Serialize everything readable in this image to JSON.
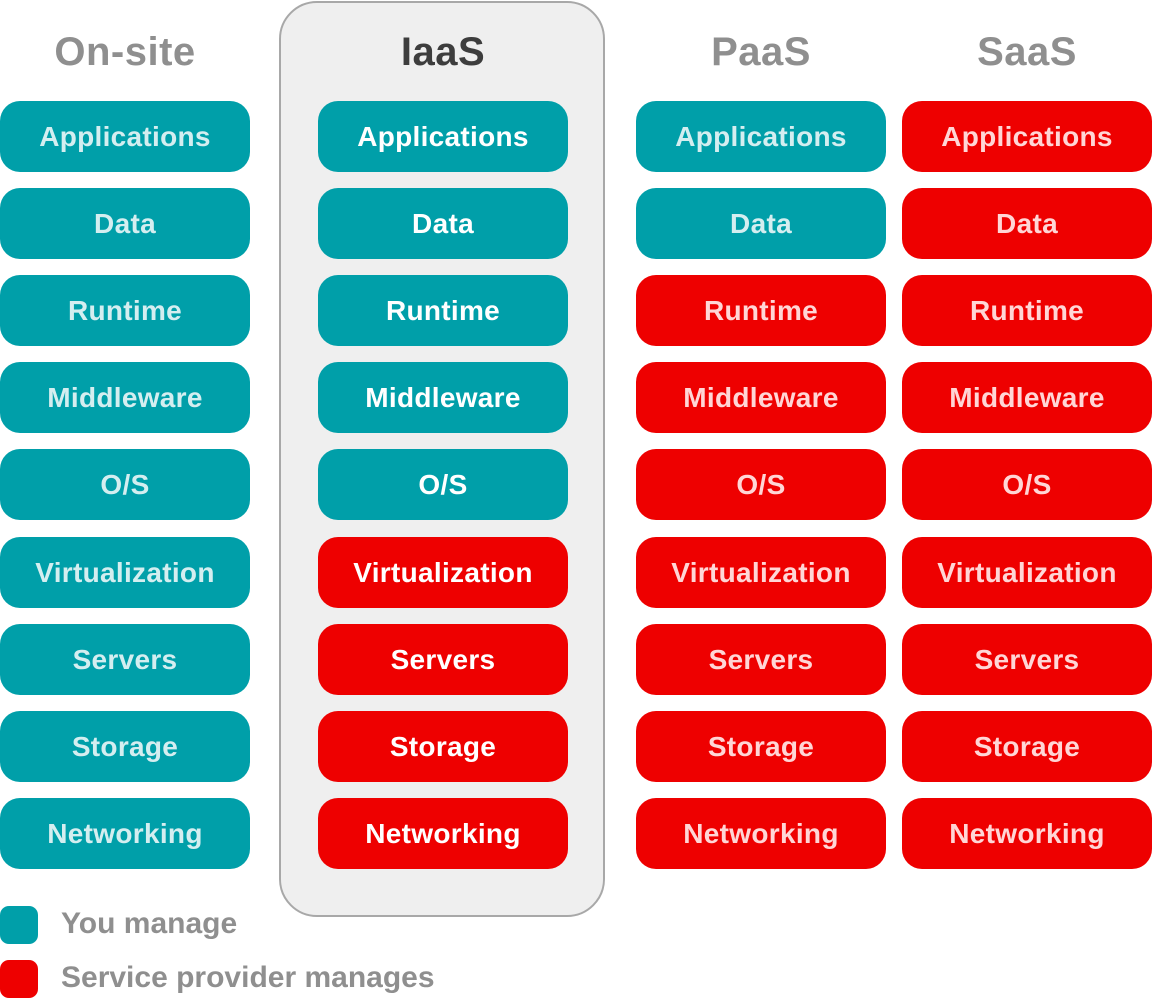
{
  "colors": {
    "you_manage": "#009fa9",
    "provider_manages": "#ee0000",
    "text_on_you_inactive": "#d4eef0",
    "text_on_provider_inactive": "#ffd6d6",
    "text_active": "#ffffff",
    "header_inactive": "#8f8f8f",
    "header_active": "#3d3d3d",
    "highlight_bg": "#efefef",
    "highlight_border": "#a8a8a8"
  },
  "layers": [
    "Applications",
    "Data",
    "Runtime",
    "Middleware",
    "O/S",
    "Virtualization",
    "Servers",
    "Storage",
    "Networking"
  ],
  "columns": [
    {
      "title": "On-site",
      "highlighted": false,
      "managed_by": [
        "you",
        "you",
        "you",
        "you",
        "you",
        "you",
        "you",
        "you",
        "you"
      ]
    },
    {
      "title": "IaaS",
      "highlighted": true,
      "managed_by": [
        "you",
        "you",
        "you",
        "you",
        "you",
        "provider",
        "provider",
        "provider",
        "provider"
      ]
    },
    {
      "title": "PaaS",
      "highlighted": false,
      "managed_by": [
        "you",
        "you",
        "provider",
        "provider",
        "provider",
        "provider",
        "provider",
        "provider",
        "provider"
      ]
    },
    {
      "title": "SaaS",
      "highlighted": false,
      "managed_by": [
        "provider",
        "provider",
        "provider",
        "provider",
        "provider",
        "provider",
        "provider",
        "provider",
        "provider"
      ]
    }
  ],
  "legend": {
    "you_manage_label": "You manage",
    "provider_manages_label": "Service provider manages"
  }
}
